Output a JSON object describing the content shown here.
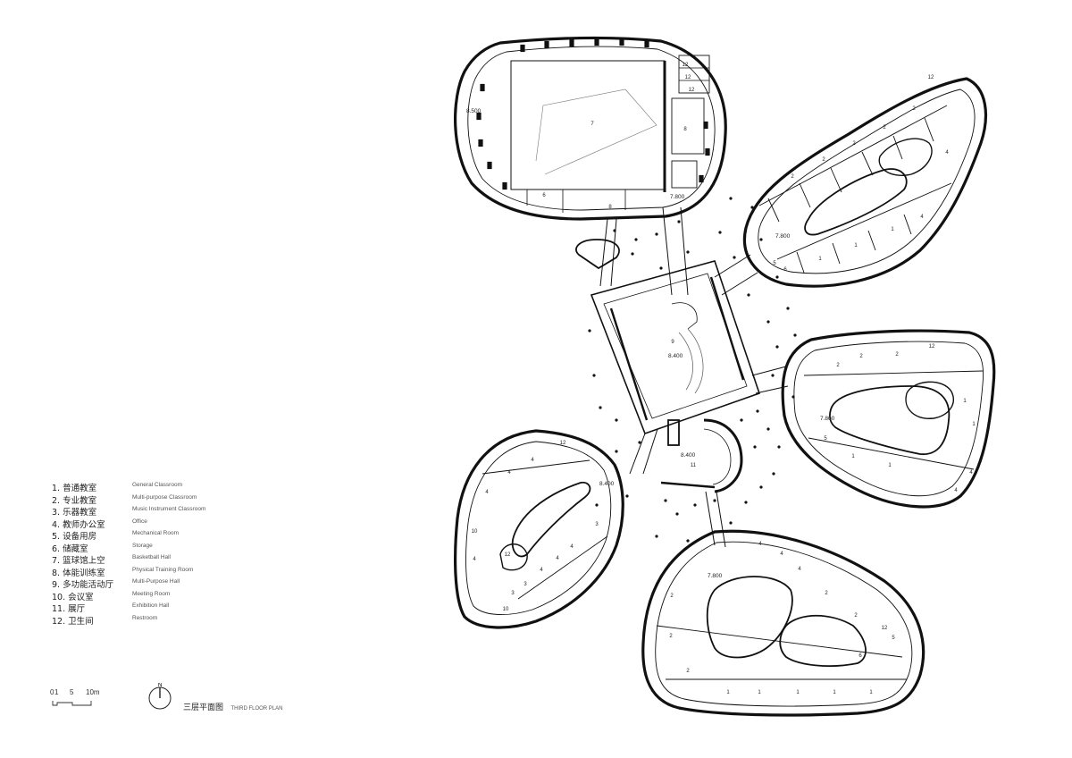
{
  "legend": [
    {
      "zh": "1. 普通教室",
      "en": "General Classroom"
    },
    {
      "zh": "2. 专业教室",
      "en": "Multi-purpose Classroom"
    },
    {
      "zh": "3. 乐器教室",
      "en": "Music Instrument Classroom"
    },
    {
      "zh": "4. 教师办公室",
      "en": "Office"
    },
    {
      "zh": "5. 设备用房",
      "en": "Mechanical Room"
    },
    {
      "zh": "6. 储藏室",
      "en": "Storage"
    },
    {
      "zh": "7. 篮球馆上空",
      "en": "Basketball Hall"
    },
    {
      "zh": "8. 体能训练室",
      "en": "Physical Training Room"
    },
    {
      "zh": "9. 多功能活动厅",
      "en": "Multi-Purpose Hall"
    },
    {
      "zh": "10. 会议室",
      "en": "Meeting Room"
    },
    {
      "zh": "11. 展厅",
      "en": "Exhibition Hall"
    },
    {
      "zh": "12. 卫生间",
      "en": "Restroom"
    }
  ],
  "scale": {
    "labels": [
      "0",
      "1",
      "5",
      "10m"
    ]
  },
  "north": {
    "label": "N"
  },
  "title": {
    "zh": "三层平面图",
    "en": "THIRD FLOOR PLAN"
  },
  "plan": {
    "elevations": {
      "gym": "8.500",
      "gym_link": "7.800",
      "ne_wing": "7.800",
      "hall": "8.400",
      "east_wing": "7.800",
      "sw_wing": "8.400",
      "exhibition": "8.400",
      "south_wing": "7.800"
    },
    "rooms": {
      "gym_hall": "7",
      "gym_training": "8",
      "gym_training_2": "8",
      "gym_storage": "6",
      "gym_wc_a": "12",
      "gym_wc_b": "12",
      "gym_wc_c": "12",
      "hall": "9",
      "exhibition": "11",
      "ne_1a": "1",
      "ne_1b": "1",
      "ne_1c": "1",
      "ne_2a": "2",
      "ne_2b": "2",
      "ne_2c": "2",
      "ne_2d": "2",
      "ne_2e": "2",
      "ne_4a": "4",
      "ne_4b": "4",
      "ne_5": "5",
      "ne_6": "6",
      "ne_12": "12",
      "e_1a": "1",
      "e_1b": "1",
      "e_1c": "1",
      "e_1d": "1",
      "e_2a": "2",
      "e_2b": "2",
      "e_2c": "2",
      "e_4a": "4",
      "e_4b": "4",
      "e_5": "5",
      "e_12": "12",
      "sw_4a": "4",
      "sw_4b": "4",
      "sw_4c": "4",
      "sw_4d": "4",
      "sw_4e": "4",
      "sw_4f": "4",
      "sw_4g": "4",
      "sw_3a": "3",
      "sw_3b": "3",
      "sw_3c": "3",
      "sw_10a": "10",
      "sw_10b": "10",
      "sw_12": "12",
      "sw_12b": "12",
      "s_1a": "1",
      "s_1b": "1",
      "s_1c": "1",
      "s_1d": "1",
      "s_1e": "1",
      "s_2a": "2",
      "s_2b": "2",
      "s_2c": "2",
      "s_2d": "2",
      "s_2e": "2",
      "s_4a": "4",
      "s_4b": "4",
      "s_4c": "4",
      "s_5": "5",
      "s_6": "6",
      "s_12": "12"
    }
  }
}
